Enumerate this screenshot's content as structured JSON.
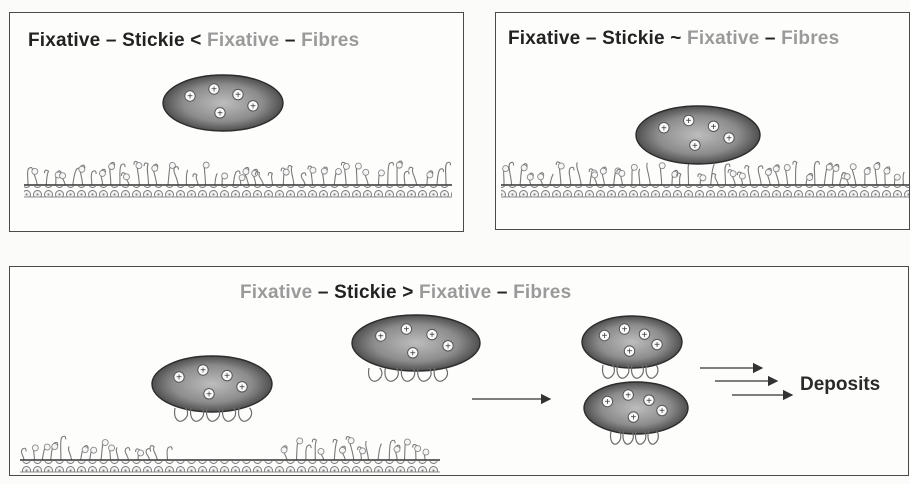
{
  "panels": [
    {
      "title": {
        "part1": "Fixative",
        "dash1": " – ",
        "part2": "Stickie",
        "op": " < ",
        "part3": "Fixative",
        "dash2": " – ",
        "part4": "Fibres"
      }
    },
    {
      "title": {
        "part1": "Fixative",
        "dash1": " – ",
        "part2": "Stickie",
        "op": " ~ ",
        "part3": "Fixative",
        "dash2": " – ",
        "part4": "Fibres"
      }
    },
    {
      "title": {
        "part1": "Fixative",
        "dash1": " – ",
        "part2": "Stickie",
        "op": " > ",
        "part3": "Fixative",
        "dash2": " – ",
        "part4": "Fibres"
      },
      "result_label": "Deposits"
    }
  ],
  "symbols": {
    "particle_charge": "+"
  },
  "colors": {
    "stickie_dark": "#3d3d3d",
    "stickie_light": "#bdbdbd",
    "line": "#333333"
  }
}
